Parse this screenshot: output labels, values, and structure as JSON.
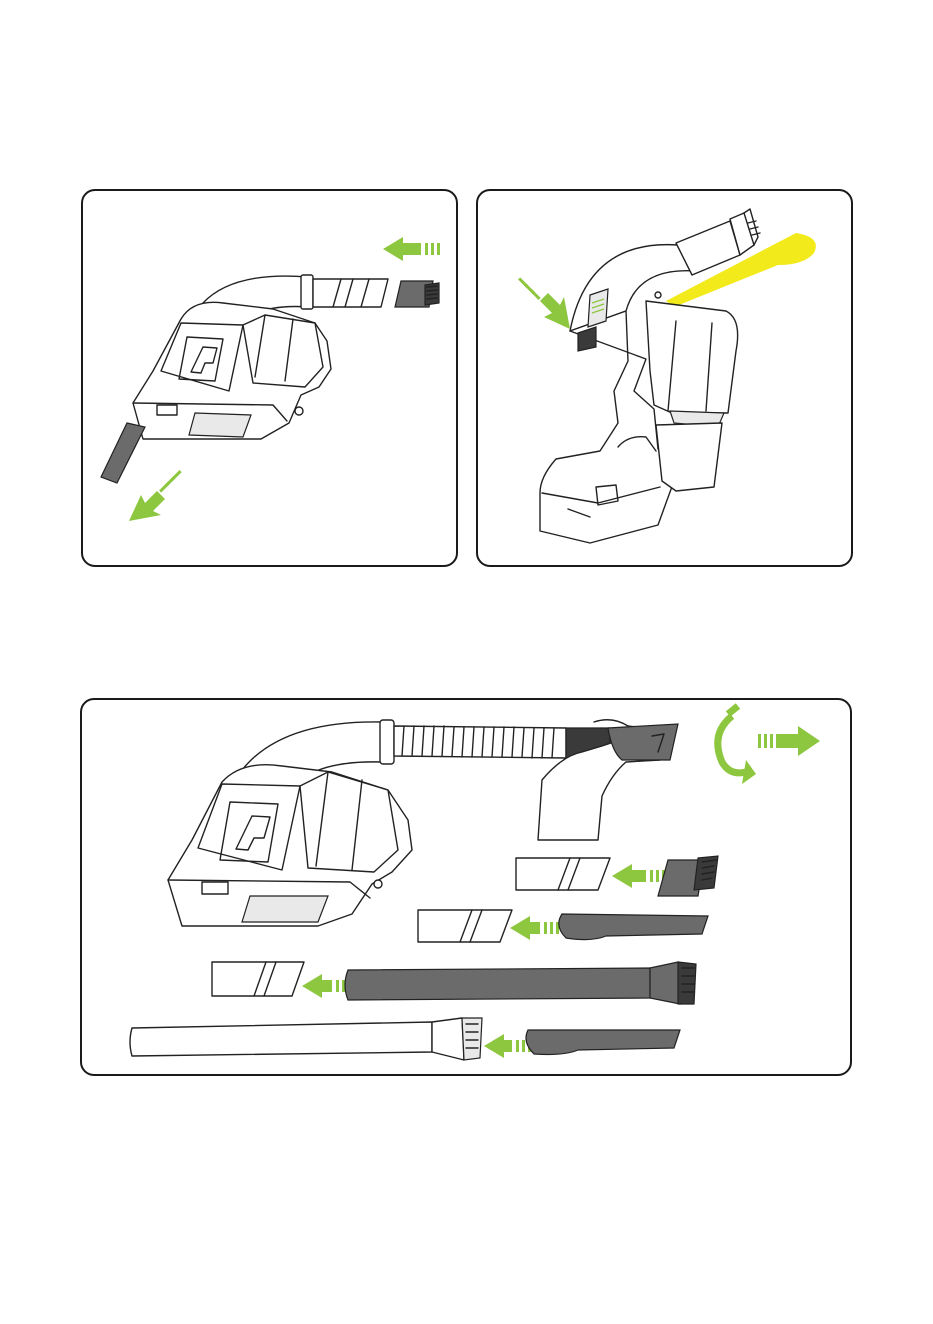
{
  "colors": {
    "page_background": "#ffffff",
    "panel_border": "#1a1a1a",
    "arrow_green": "#8dc63f",
    "light_beam_yellow": "#f2ea1a",
    "accessory_grey": "#6b6b6b",
    "brush_dark": "#3a3a3a"
  },
  "panels": [
    {
      "id": "panel-1",
      "depicts": [
        "handheld-vacuum",
        "crevice-nozzle-removed",
        "brush-nozzle",
        "green-arrows"
      ]
    },
    {
      "id": "panel-2",
      "depicts": [
        "handheld-vacuum-upright",
        "power-button",
        "led-light-beams",
        "green-arrow"
      ]
    },
    {
      "id": "panel-3",
      "depicts": [
        "handheld-vacuum-with-flexible-hose",
        "hand-twisting-hose-end",
        "rotate-arrow",
        "accessory-combinations"
      ]
    }
  ]
}
